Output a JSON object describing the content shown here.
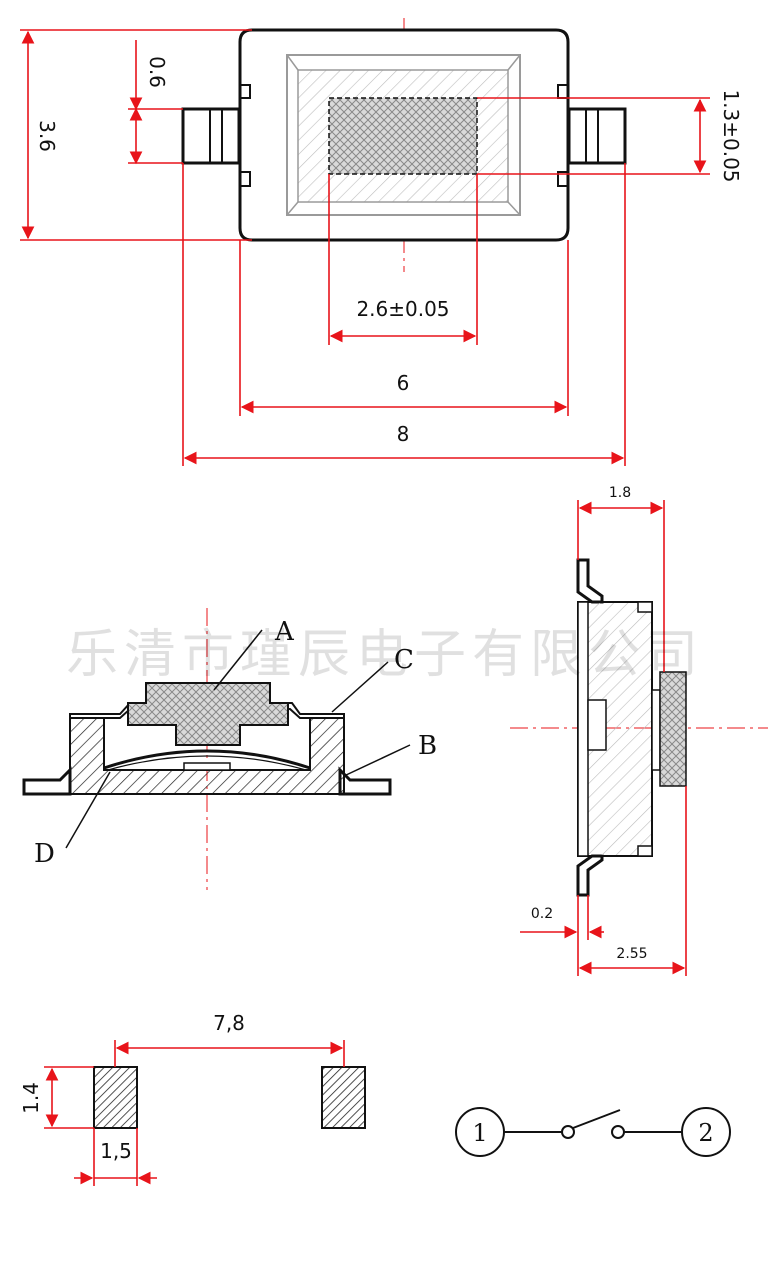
{
  "top_view": {
    "dim_height": "3.6",
    "dim_pin_width": "0.6",
    "dim_actuator_height": "1.3±0.05",
    "dim_actuator_width": "2.6±0.05",
    "dim_body_width": "6",
    "dim_total_width": "8"
  },
  "section_view": {
    "label_a": "A",
    "label_b": "B",
    "label_c": "C",
    "label_d": "D"
  },
  "side_view": {
    "dim_top": "1.8",
    "dim_lead": "0.2",
    "dim_total": "2.55"
  },
  "footprint": {
    "dim_pitch": "7,8",
    "dim_pad_height": "1.4",
    "dim_pad_width": "1,5"
  },
  "schematic": {
    "pin1": "1",
    "pin2": "2"
  },
  "watermark": "乐清市瑾辰电子有限公司",
  "colors": {
    "dimension": "#e8141a",
    "outline": "#111111",
    "hatch": "#555555"
  }
}
